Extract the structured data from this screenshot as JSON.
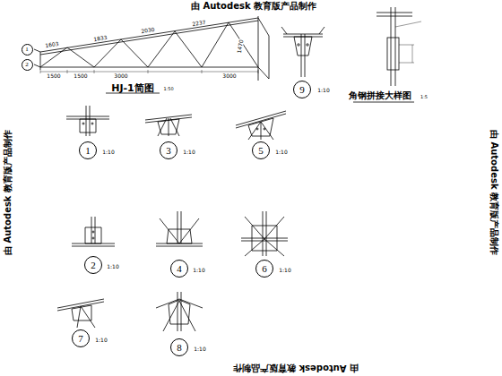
{
  "diagram": {
    "nodes": [
      {
        "text": [
          "1"
        ]
      },
      {
        "text": [
          "2"
        ]
      },
      {
        "text": [
          "9"
        ]
      },
      {
        "text": [
          "1"
        ]
      },
      {
        "text": [
          "3"
        ]
      },
      {
        "text": [
          "5"
        ]
      },
      {
        "text": [
          "2"
        ]
      },
      {
        "text": [
          "4"
        ]
      },
      {
        "text": [
          "6"
        ]
      },
      {
        "text": [
          "7"
        ]
      },
      {
        "text": [
          "8"
        ]
      }
    ],
    "labels": [
      "由 Autodesk 教育版产品制作",
      "由 Autodesk 教育版产品制作",
      "由 Autodesk 教育版产品制作",
      "由 Autodesk 教育版产品制作",
      "HJ-1简图",
      "1:50",
      "1500",
      "1500",
      "3000",
      "3000",
      "1603",
      "1833",
      "2030",
      "2237",
      "1470",
      "角钢拼接大样图",
      "1:5",
      "1:10",
      "1:10",
      "1:10",
      "1:10",
      "1:10",
      "1:10",
      "1:10",
      "1:10",
      "1:10"
    ]
  }
}
